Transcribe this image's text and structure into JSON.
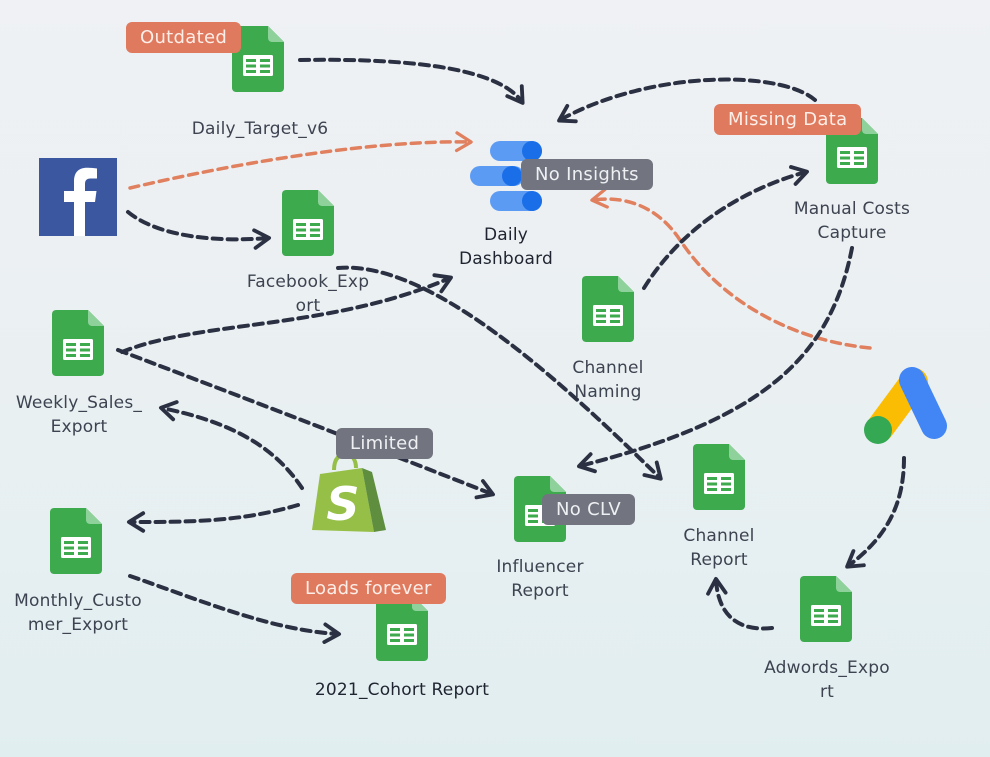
{
  "colors": {
    "sheet_green": "#3daa4e",
    "sheet_fold": "#8fd19b",
    "arrow_dark": "#2b3142",
    "arrow_orange": "#e0805f",
    "badge_orange": "#e07a5f",
    "badge_gray": "#72747f",
    "facebook_blue": "#3b57a0",
    "shopify_green": "#95bf47",
    "ads_blue": "#4285f4",
    "ads_yellow": "#fbbc04",
    "ads_green": "#34a853",
    "looker_blue": "#4b8ef0"
  },
  "nodes": {
    "daily_target": {
      "label": "Daily_Target_v6",
      "icon": "spreadsheet-icon",
      "badge": "Outdated"
    },
    "daily_dashboard": {
      "label": "Daily\nDashboard",
      "icon": "looker-studio-icon",
      "badge": "No Insights"
    },
    "manual_costs": {
      "label": "Manual Costs\nCapture",
      "icon": "spreadsheet-icon",
      "badge": "Missing Data"
    },
    "facebook": {
      "icon": "facebook-icon"
    },
    "facebook_export": {
      "label": "Facebook_Exp\nort",
      "icon": "spreadsheet-icon"
    },
    "channel_naming": {
      "label": "Channel\nNaming",
      "icon": "spreadsheet-icon"
    },
    "weekly_sales": {
      "label": "Weekly_Sales_\nExport",
      "icon": "spreadsheet-icon"
    },
    "shopify": {
      "icon": "shopify-icon",
      "badge": "Limited"
    },
    "google_ads": {
      "icon": "google-ads-icon"
    },
    "influencer_report": {
      "label": "Influencer\nReport",
      "icon": "spreadsheet-icon",
      "badge": "No CLV"
    },
    "channel_report": {
      "label": "Channel\nReport",
      "icon": "spreadsheet-icon"
    },
    "monthly_customer": {
      "label": "Monthly_Custo\nmer_Export",
      "icon": "spreadsheet-icon"
    },
    "cohort_report": {
      "label": "2021_Cohort Report",
      "icon": "spreadsheet-icon",
      "badge": "Loads forever"
    },
    "adwords_export": {
      "label": "Adwords_Expo\nrt",
      "icon": "spreadsheet-icon"
    }
  },
  "edges": [
    {
      "from": "daily_target",
      "to": "daily_dashboard",
      "style": "dark"
    },
    {
      "from": "manual_costs",
      "to": "daily_dashboard",
      "style": "dark"
    },
    {
      "from": "facebook",
      "to": "daily_dashboard",
      "style": "orange"
    },
    {
      "from": "facebook",
      "to": "facebook_export",
      "style": "dark"
    },
    {
      "from": "google_ads",
      "to": "daily_dashboard",
      "style": "orange"
    },
    {
      "from": "channel_naming",
      "to": "manual_costs",
      "style": "dark"
    },
    {
      "from": "weekly_sales",
      "to": "daily_dashboard",
      "style": "dark"
    },
    {
      "from": "facebook_export",
      "to": "channel_report",
      "style": "dark"
    },
    {
      "from": "manual_costs",
      "to": "influencer_report",
      "style": "dark"
    },
    {
      "from": "weekly_sales",
      "to": "influencer_report",
      "style": "dark"
    },
    {
      "from": "shopify",
      "to": "weekly_sales",
      "style": "dark"
    },
    {
      "from": "shopify",
      "to": "monthly_customer",
      "style": "dark"
    },
    {
      "from": "monthly_customer",
      "to": "cohort_report",
      "style": "dark"
    },
    {
      "from": "google_ads",
      "to": "adwords_export",
      "style": "dark"
    },
    {
      "from": "adwords_export",
      "to": "channel_report",
      "style": "dark"
    }
  ]
}
